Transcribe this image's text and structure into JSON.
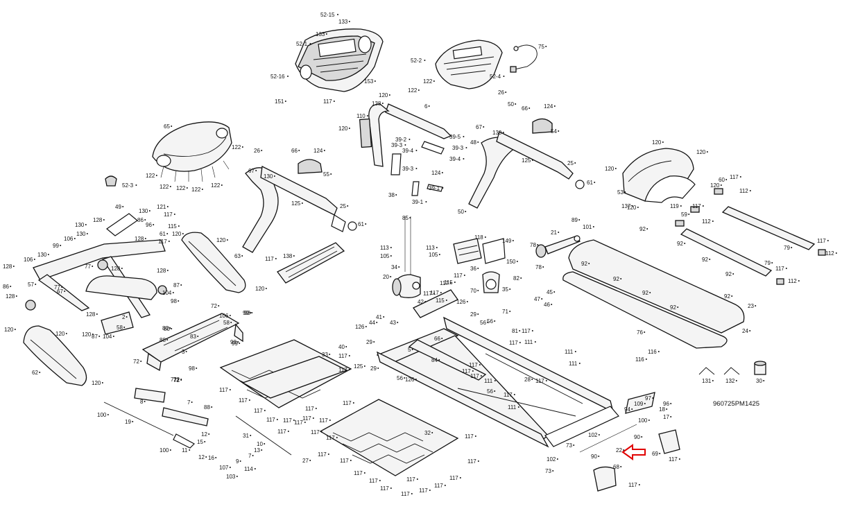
{
  "diagram": {
    "reference_code": "960725PM1425",
    "highlight_part": "22",
    "highlight_color": "#e00000",
    "callouts": [
      "52-15",
      "133",
      "133",
      "52-1",
      "52-16",
      "153",
      "151",
      "117",
      "52-2",
      "122",
      "122",
      "75",
      "52-4",
      "26",
      "138",
      "120",
      "6",
      "110",
      "120",
      "39-2",
      "39-3",
      "39-4",
      "39-5",
      "39-3",
      "39-4",
      "124",
      "39-3",
      "39-1",
      "39-1",
      "38",
      "67",
      "48",
      "50",
      "66",
      "124",
      "54",
      "130",
      "125",
      "25",
      "61",
      "50",
      "65",
      "122",
      "122",
      "122",
      "122",
      "122",
      "122",
      "52-3",
      "121",
      "26",
      "66",
      "124",
      "67",
      "130",
      "55",
      "125",
      "25",
      "61",
      "120",
      "120",
      "120",
      "120",
      "53",
      "137",
      "119",
      "120",
      "60",
      "117",
      "112",
      "117",
      "59",
      "112",
      "79",
      "79",
      "117",
      "112",
      "117",
      "112",
      "49",
      "130",
      "86",
      "96",
      "130",
      "128",
      "117",
      "115",
      "61",
      "117",
      "120",
      "128",
      "99",
      "106",
      "130",
      "128",
      "106",
      "130",
      "86",
      "128",
      "57",
      "77",
      "77",
      "128",
      "67",
      "128",
      "87",
      "98",
      "104",
      "58",
      "2",
      "128",
      "87",
      "104",
      "58",
      "99",
      "98",
      "72",
      "72",
      "120",
      "63",
      "120",
      "117",
      "138",
      "85",
      "113",
      "113",
      "105",
      "105",
      "20",
      "34",
      "117",
      "117",
      "70",
      "117",
      "115",
      "117",
      "42",
      "44",
      "43",
      "41",
      "126",
      "29",
      "126",
      "56",
      "81",
      "117",
      "111",
      "118",
      "149",
      "36",
      "150",
      "115",
      "82",
      "45",
      "35",
      "46",
      "71",
      "47",
      "21",
      "89",
      "101",
      "78",
      "78",
      "92",
      "92",
      "92",
      "92",
      "92",
      "92",
      "92",
      "92",
      "92",
      "23",
      "24",
      "76",
      "116",
      "116",
      "131",
      "132",
      "30",
      "120",
      "120",
      "62",
      "120",
      "72",
      "80",
      "88",
      "3",
      "98",
      "72",
      "106",
      "99",
      "83",
      "80",
      "98",
      "72",
      "120",
      "8",
      "7",
      "88",
      "19",
      "100",
      "100",
      "12",
      "15",
      "11",
      "12",
      "16",
      "10",
      "13",
      "7",
      "9",
      "107",
      "114",
      "103",
      "31",
      "27",
      "117",
      "117",
      "117",
      "117",
      "117",
      "117",
      "117",
      "33",
      "117",
      "117",
      "117",
      "117",
      "117",
      "117",
      "117",
      "32",
      "117",
      "117",
      "117",
      "117",
      "117",
      "117",
      "117",
      "117",
      "117",
      "117",
      "117",
      "117",
      "40",
      "117",
      "125",
      "29",
      "56",
      "5",
      "84",
      "66",
      "126",
      "29",
      "56",
      "117",
      "117",
      "117",
      "111",
      "111",
      "117",
      "111",
      "56",
      "117",
      "111",
      "28",
      "117",
      "97",
      "94",
      "96",
      "18",
      "17",
      "109",
      "100",
      "102",
      "73",
      "90",
      "90",
      "22",
      "69",
      "117",
      "102",
      "73",
      "68",
      "117"
    ]
  }
}
